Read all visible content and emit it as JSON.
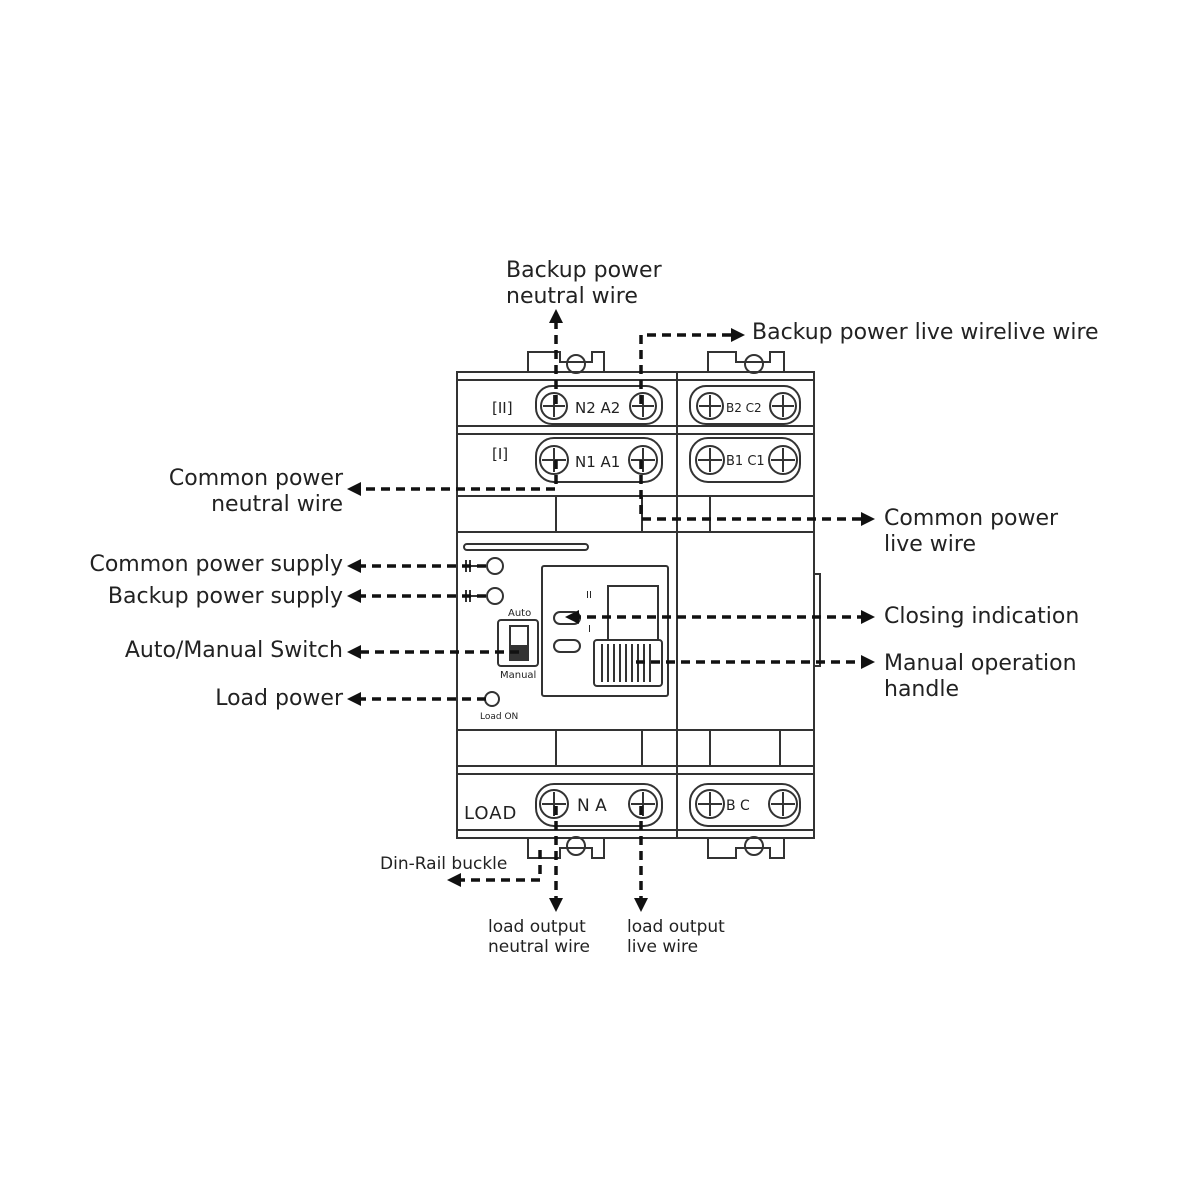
{
  "callouts": {
    "backup_neutral": "Backup power\nneutral wire",
    "backup_live": "Backup power live wirelive wire",
    "common_neutral": "Common power\nneutral wire",
    "common_live": "Common power\nlive wire",
    "common_supply": "Common power supply",
    "backup_supply": "Backup power supply",
    "auto_manual_switch": "Auto/Manual Switch",
    "load_power": "Load power",
    "closing_indication": "Closing indication",
    "manual_handle": "Manual operation\nhandle",
    "din_rail": "Din-Rail buckle",
    "load_neutral": "load output\nneutral wire",
    "load_live": "load output\nlive wire"
  },
  "device": {
    "row_top": {
      "roman": "[II]",
      "left": "N2 A2",
      "right": "B2 C2"
    },
    "row_mid": {
      "roman": "[I]",
      "left": "N1 A1",
      "right": "B1 C1"
    },
    "row_bottom": {
      "name": "LOAD",
      "left": "N  A",
      "right": "B  C"
    },
    "auto_label": "Auto",
    "manual_label": "Manual",
    "load_on_label": "Load ON",
    "ind_i": "I",
    "ind_ii": "II"
  }
}
